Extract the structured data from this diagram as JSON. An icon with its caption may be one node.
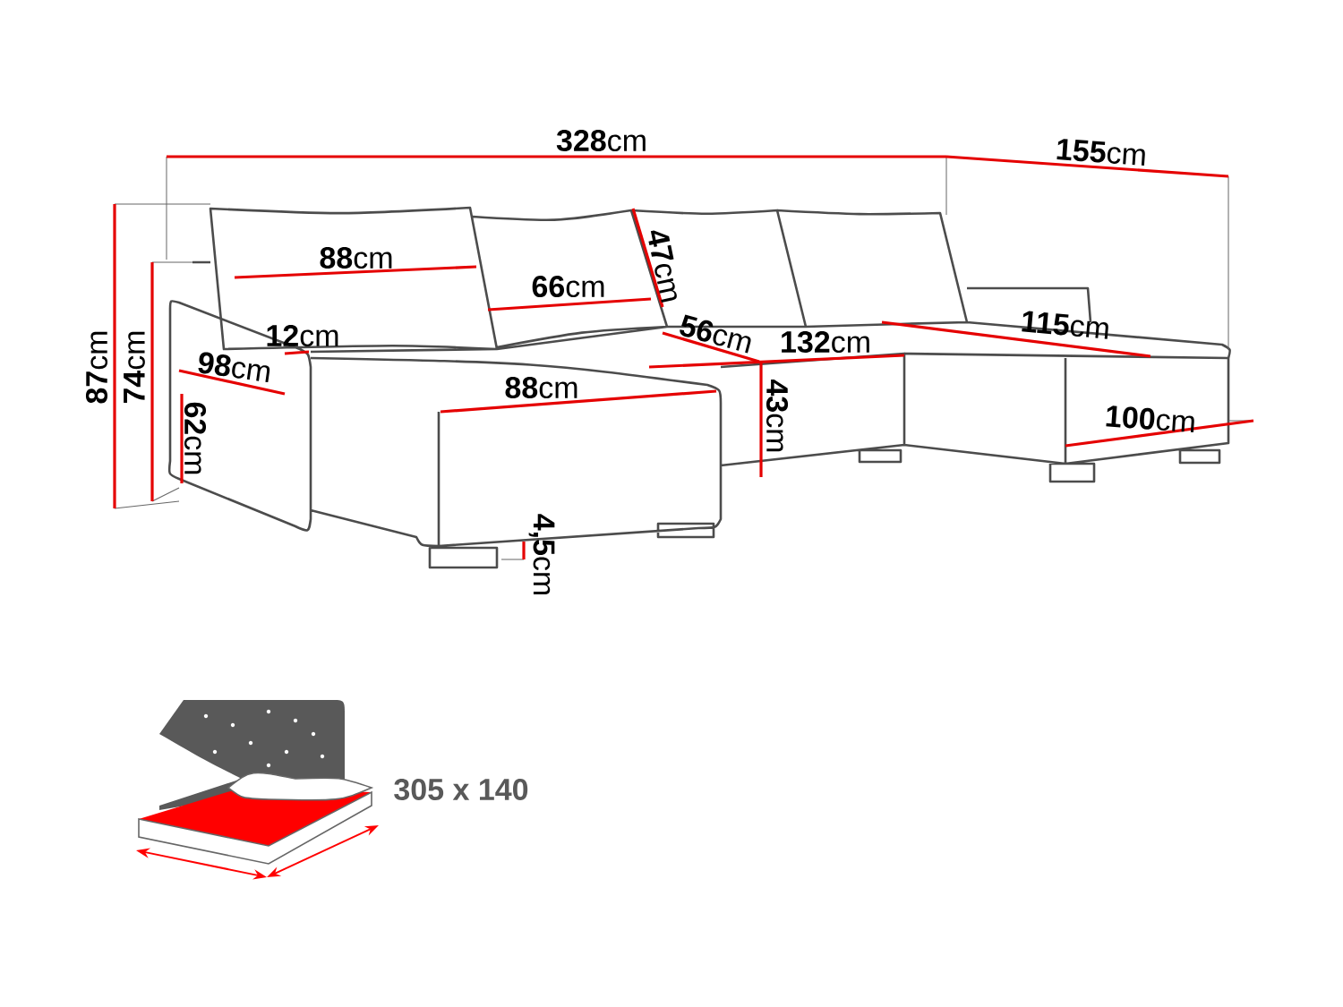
{
  "diagram": {
    "labels": [
      "**328**cm",
      "**155**cm",
      "**88**cm",
      "**66**cm",
      "**47**cm",
      "**87**cm",
      "**74**cm",
      "**12**cm",
      "**56**cm",
      "**132**cm",
      "**115**cm",
      "**98**cm",
      "**88**cm",
      "**62**cm",
      "**43**cm",
      "**100**cm",
      "**4,5**cm",
      "305 x 140"
    ]
  }
}
